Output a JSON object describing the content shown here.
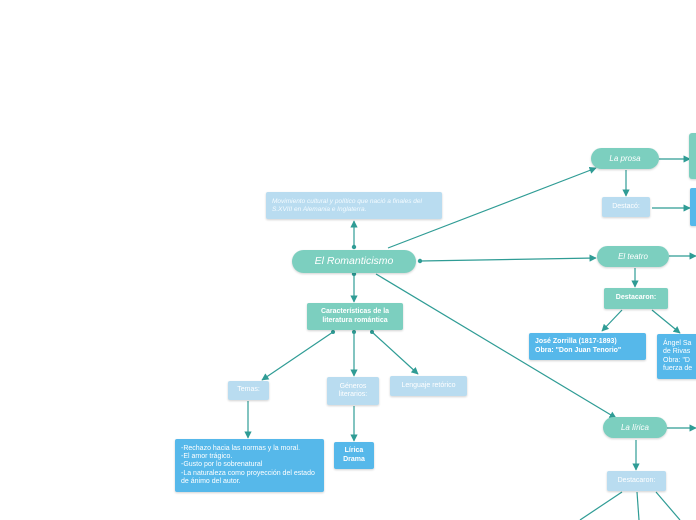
{
  "nodes": {
    "root": "El Romanticismo",
    "definition": "Movimiento cultural y político que nació a finales del S.XVIII en Alemania e Inglaterra.",
    "caracteristicas": "Características de la literatura romántica",
    "temas": "Temas:",
    "temas_detalle": "-Rechazo hacia las normas y la moral.\n-El amor trágico.\n-Gusto por lo sobrenatural\n-La naturaleza como proyección del estado de ánimo del autor.",
    "generos": "Géneros literarios:",
    "generos_detalle": "Lírica\nDrama",
    "lenguaje": "Lenguaje retórico",
    "prosa": "La prosa",
    "prosa_destaco": "Destacó:",
    "teatro": "El teatro",
    "teatro_destacaron": "Destacaron:",
    "zorrilla": "José Zorrilla (1817-1893)\nObra: \"Don Juan Tenorio\"",
    "rivas": "Ángel Sa\nde Rivas\nObra: \"D\nfuerza de",
    "lirica": "La lírica",
    "lirica_destacaron": "Destacaron:"
  },
  "colors": {
    "teal": "#7ccfbf",
    "pale_blue": "#b9dcf0",
    "blue": "#56b8ea",
    "link": "#2f9c95"
  }
}
